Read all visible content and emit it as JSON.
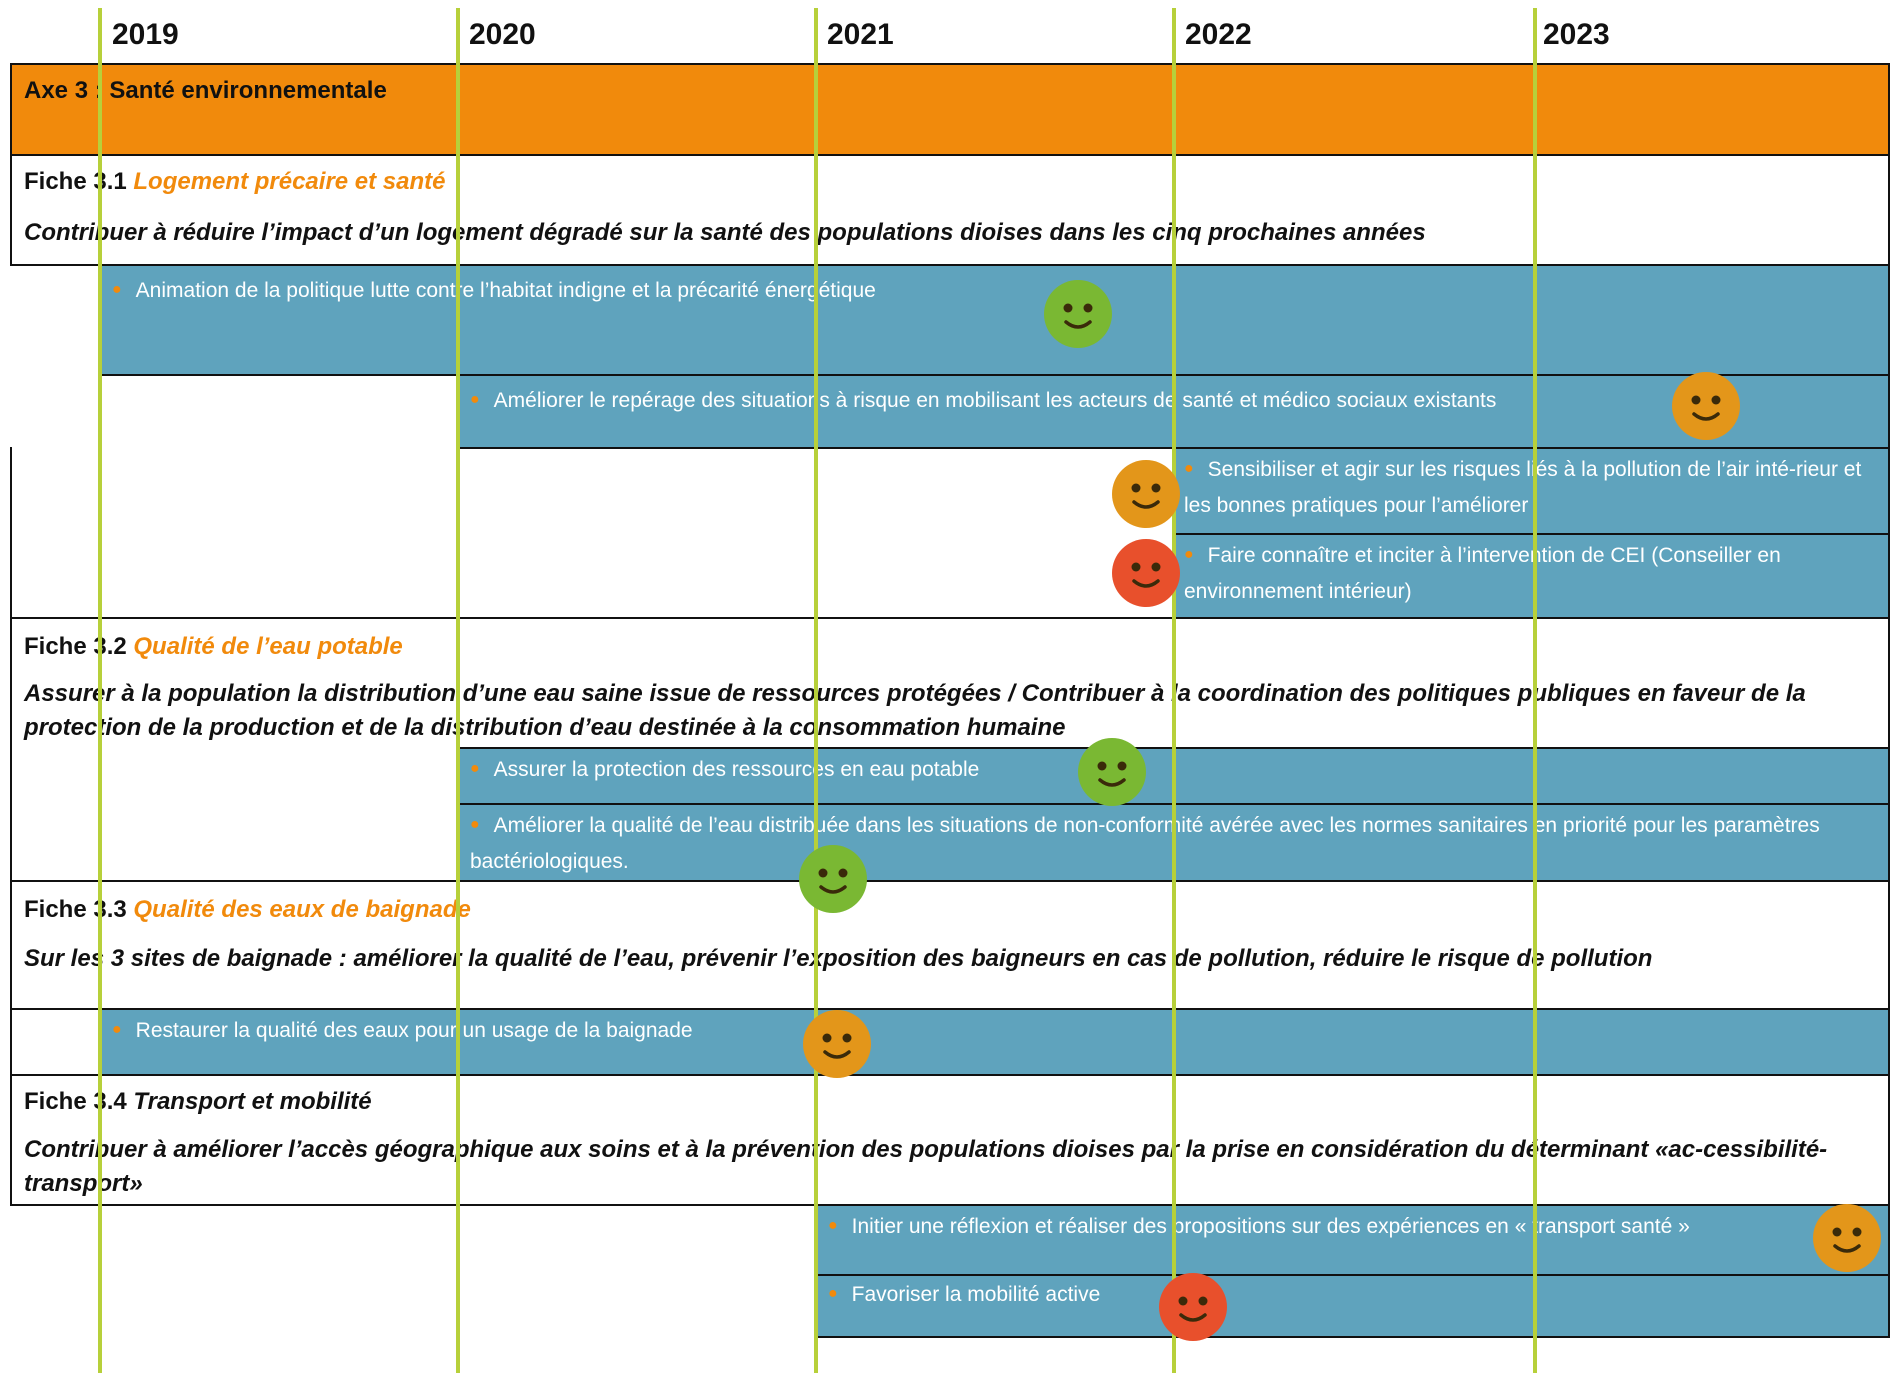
{
  "years": [
    "2019",
    "2020",
    "2021",
    "2022",
    "2023"
  ],
  "colors": {
    "axe_orange": "#f18a0c",
    "action_blue": "#5fa3bd",
    "year_line": "#b7d03a",
    "smiley_green": "#7ab833",
    "smiley_orange": "#e3961a",
    "smiley_red": "#e8502c"
  },
  "axe": {
    "title": "Axe 3 : Santé environnementale"
  },
  "fiches": [
    {
      "number": "Fiche 3.1",
      "name": "Logement précaire et santé",
      "objective": "Contribuer à réduire l’impact d’un logement dégradé sur la santé des populations dioises dans les cinq prochaines années",
      "actions": [
        {
          "text": "Animation de la politique lutte contre l’habitat indigne et la précarité énergétique",
          "status": "green",
          "start": "2019"
        },
        {
          "text": "Améliorer le repérage des situations à risque en mobilisant les acteurs de santé et médico sociaux existants",
          "status": "orange",
          "start": "2020"
        },
        {
          "text": "Sensibiliser et agir sur les risques liés à la pollution de l’air inté-rieur et les bonnes pratiques pour l’améliorer",
          "status": "orange",
          "start": "2022"
        },
        {
          "text": "Faire connaître et inciter à l’intervention de CEI (Conseiller en environnement intérieur)",
          "status": "red",
          "start": "2022"
        }
      ]
    },
    {
      "number": "Fiche 3.2",
      "name": "Qualité de l’eau potable",
      "objective": "Assurer à la population la distribution d’une eau saine issue de ressources protégées / Contribuer à la coordination des politiques publiques en faveur de la protection de la production et de la distribution d’eau destinée à la consommation humaine",
      "actions": [
        {
          "text": "Assurer la protection des ressources en eau potable",
          "status": "green",
          "start": "2020"
        },
        {
          "text": "Améliorer la qualité de l’eau distribuée dans les situations de non-conformité avérée avec les normes sanitaires en priorité pour les paramètres bactériologiques.",
          "status": "green",
          "start": "2020"
        }
      ]
    },
    {
      "number": "Fiche 3.3",
      "name": "Qualité des eaux de baignade",
      "objective": "Sur les 3 sites de baignade : améliorer la qualité de l’eau, prévenir l’exposition des baigneurs en cas de pollution, réduire le risque de pollution",
      "actions": [
        {
          "text": "Restaurer la qualité des eaux  pour un usage de la baignade",
          "status": "orange",
          "start": "2019"
        }
      ]
    },
    {
      "number": "Fiche 3.4",
      "name": "Transport et mobilité",
      "objective": "Contribuer à améliorer l’accès géographique aux soins et à la prévention des populations dioises par la prise en considération du déterminant «ac-cessibilité-transport»",
      "actions": [
        {
          "text": "Initier une réflexion et réaliser des propositions sur des expériences en « transport santé »",
          "status": "orange",
          "start": "2021"
        },
        {
          "text": "Favoriser la mobilité active",
          "status": "red",
          "start": "2021"
        }
      ]
    }
  ]
}
